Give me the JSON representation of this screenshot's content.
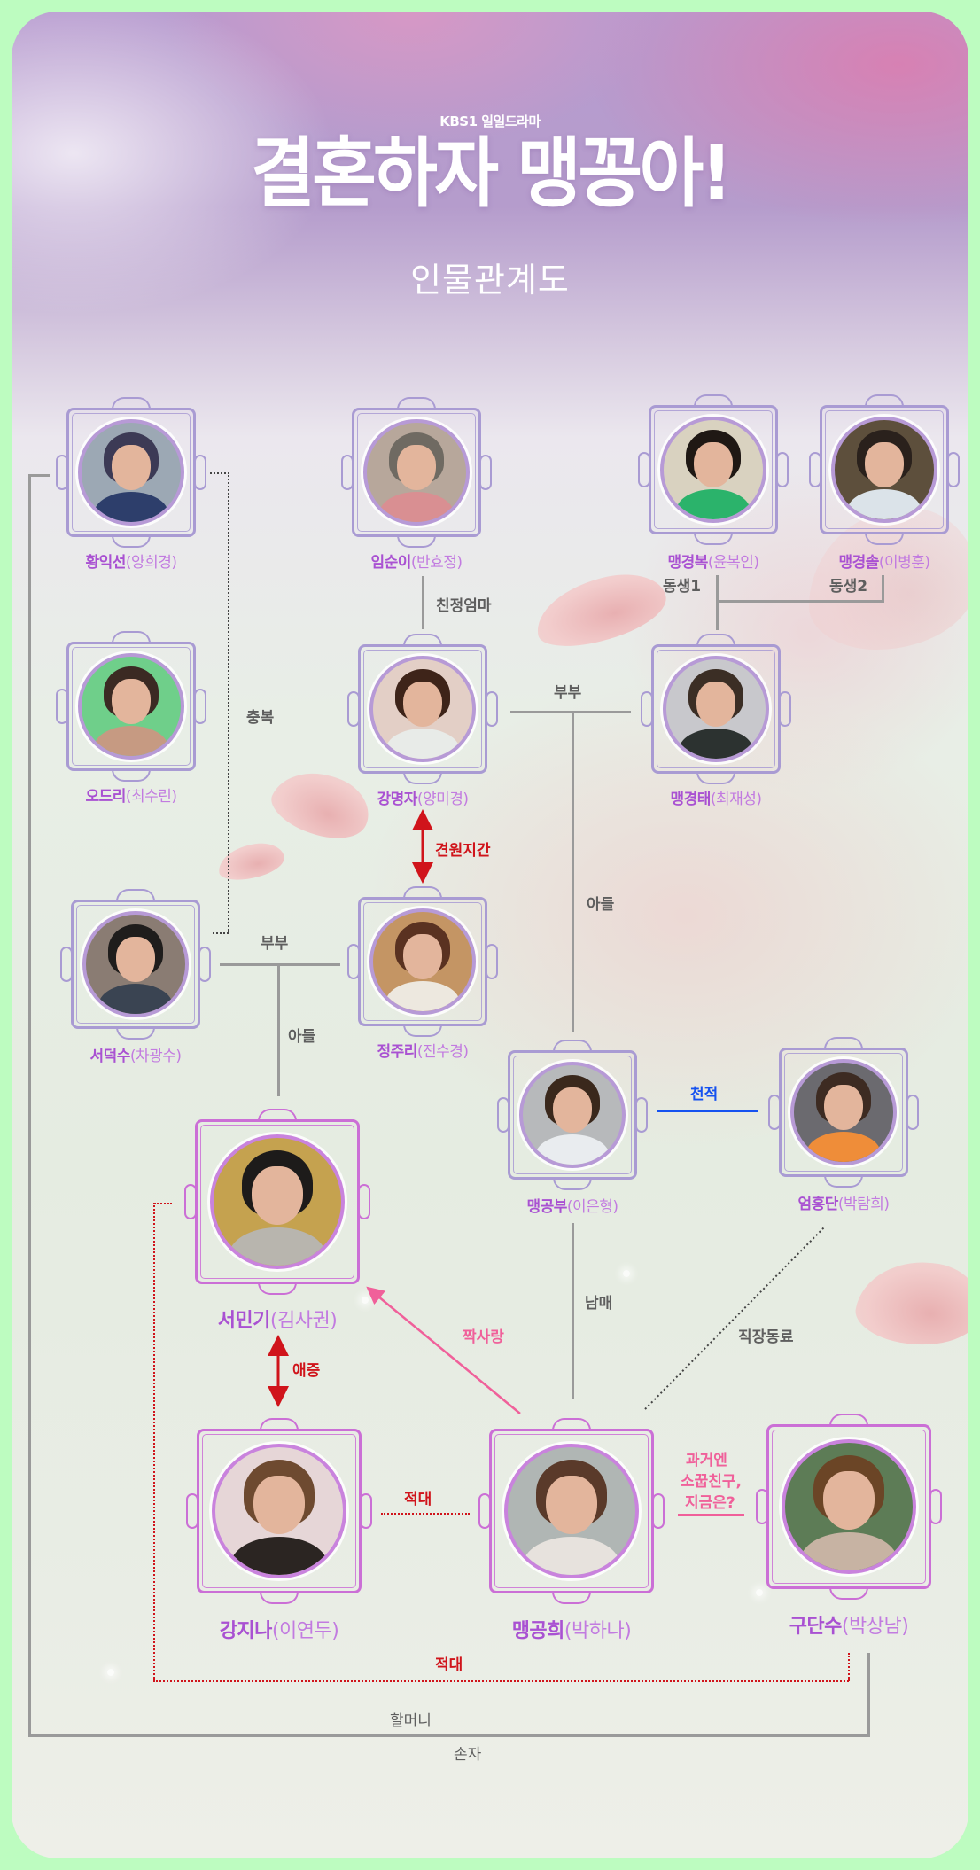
{
  "header": {
    "network": "KBS1 일일드라마",
    "title": "결혼하자 맹꽁아!",
    "subtitle": "인물관계도"
  },
  "colors": {
    "frame_green": "#bdfcc0",
    "character_name": "#a951d2",
    "actor_name": "#c27be0",
    "relation_gray": "#5e5e5e",
    "relation_red": "#d0141b",
    "relation_blue": "#1652f0",
    "relation_pink": "#f0609a",
    "portrait_frame_minor": "#a99bd3",
    "portrait_frame_major": "#cb6fd6"
  },
  "characters": [
    {
      "id": "hwang-ikseon",
      "character": "황익선",
      "actor": "(양희경)",
      "role": "minor"
    },
    {
      "id": "im-suni",
      "character": "임순이",
      "actor": "(반효정)",
      "role": "minor"
    },
    {
      "id": "maeng-gyeongbok",
      "character": "맹경복",
      "actor": "(윤복인)",
      "role": "minor",
      "tag": "동생1"
    },
    {
      "id": "maeng-gyeongsol",
      "character": "맹경솔",
      "actor": "(이병훈)",
      "role": "minor",
      "tag": "동생2"
    },
    {
      "id": "audrey",
      "character": "오드리",
      "actor": "(최수린)",
      "role": "minor"
    },
    {
      "id": "kang-myeongja",
      "character": "강명자",
      "actor": "(양미경)",
      "role": "minor"
    },
    {
      "id": "maeng-gyeongtae",
      "character": "맹경태",
      "actor": "(최재성)",
      "role": "minor"
    },
    {
      "id": "seo-deoksu",
      "character": "서덕수",
      "actor": "(차광수)",
      "role": "minor"
    },
    {
      "id": "jeong-juri",
      "character": "정주리",
      "actor": "(전수경)",
      "role": "minor"
    },
    {
      "id": "seo-mingi",
      "character": "서민기",
      "actor": "(김사권)",
      "role": "main"
    },
    {
      "id": "maeng-gongbu",
      "character": "맹공부",
      "actor": "(이은형)",
      "role": "minor"
    },
    {
      "id": "eom-hongdan",
      "character": "엄홍단",
      "actor": "(박탐희)",
      "role": "minor"
    },
    {
      "id": "kang-jina",
      "character": "강지나",
      "actor": "(이연두)",
      "role": "main"
    },
    {
      "id": "maeng-gonghee",
      "character": "맹공희",
      "actor": "(박하나)",
      "role": "main"
    },
    {
      "id": "gu-dansu",
      "character": "구단수",
      "actor": "(박상남)",
      "role": "main"
    }
  ],
  "relations": {
    "biological_mother": "친정엄마",
    "married_top": "부부",
    "married_left": "부부",
    "loyal": "충복",
    "cat_and_dog": "견원지간",
    "son_right": "아들",
    "son_left": "아들",
    "enemy_relatives": "천적",
    "siblings": "남매",
    "coworkers": "직장동료",
    "unrequited_love": "짝사랑",
    "love_hate": "애증",
    "rivals_mid": "적대",
    "rivals_bottom": "적대",
    "childhood_friend": [
      "과거엔",
      "소꿉친구,",
      "지금은?"
    ],
    "grandmother": "할머니",
    "grandson": "손자"
  }
}
